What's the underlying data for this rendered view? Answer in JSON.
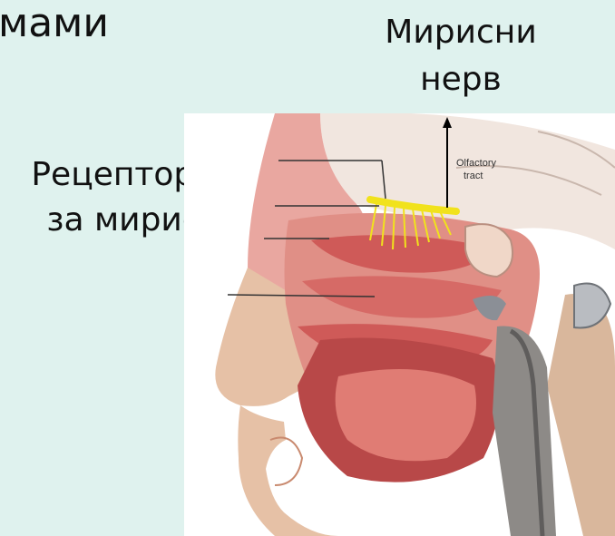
{
  "slide": {
    "partial_title": "мами",
    "nerve_label": [
      "Мирисни",
      "нерв"
    ],
    "receptor_label": [
      "Рецептори",
      "за мирис"
    ]
  },
  "illustration": {
    "tract_label": [
      "Olfactory",
      "tract"
    ]
  },
  "colors": {
    "background": "#dff2ee",
    "nerve": "#f1e21c",
    "tissue": "#e08f86",
    "nasal_cavity": "#cf5a58",
    "skin": "#e6c1a6"
  }
}
